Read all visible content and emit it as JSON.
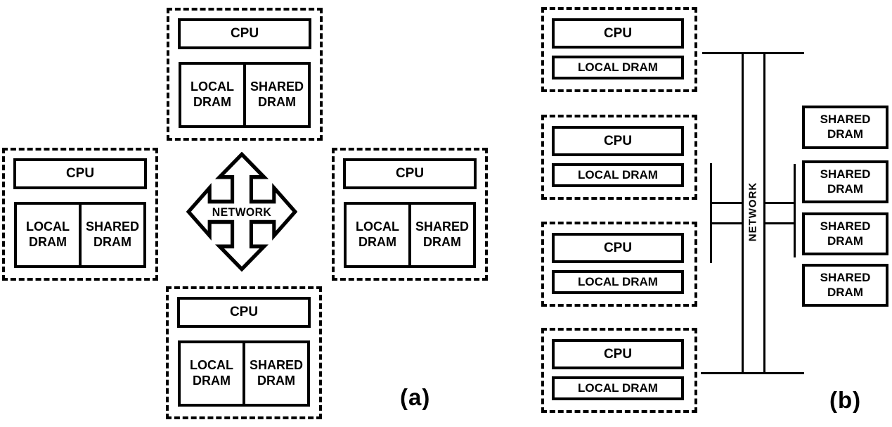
{
  "diagram_a": {
    "caption": "(a)",
    "network_label": "NETWORK",
    "nodes": [
      {
        "position": "top",
        "cpu": "CPU",
        "local_dram": "LOCAL DRAM",
        "shared_dram": "SHARED DRAM"
      },
      {
        "position": "left",
        "cpu": "CPU",
        "local_dram": "LOCAL DRAM",
        "shared_dram": "SHARED DRAM"
      },
      {
        "position": "right",
        "cpu": "CPU",
        "local_dram": "LOCAL DRAM",
        "shared_dram": "SHARED DRAM"
      },
      {
        "position": "bottom",
        "cpu": "CPU",
        "local_dram": "LOCAL DRAM",
        "shared_dram": "SHARED DRAM"
      }
    ]
  },
  "diagram_b": {
    "caption": "(b)",
    "network_label": "NETWORK",
    "nodes": [
      {
        "cpu": "CPU",
        "local_dram": "LOCAL DRAM"
      },
      {
        "cpu": "CPU",
        "local_dram": "LOCAL DRAM"
      },
      {
        "cpu": "CPU",
        "local_dram": "LOCAL DRAM"
      },
      {
        "cpu": "CPU",
        "local_dram": "LOCAL DRAM"
      }
    ],
    "shared_dram_boxes": [
      "SHARED DRAM",
      "SHARED DRAM",
      "SHARED DRAM",
      "SHARED DRAM"
    ]
  },
  "colors": {
    "line": "#000000",
    "background": "#ffffff"
  }
}
